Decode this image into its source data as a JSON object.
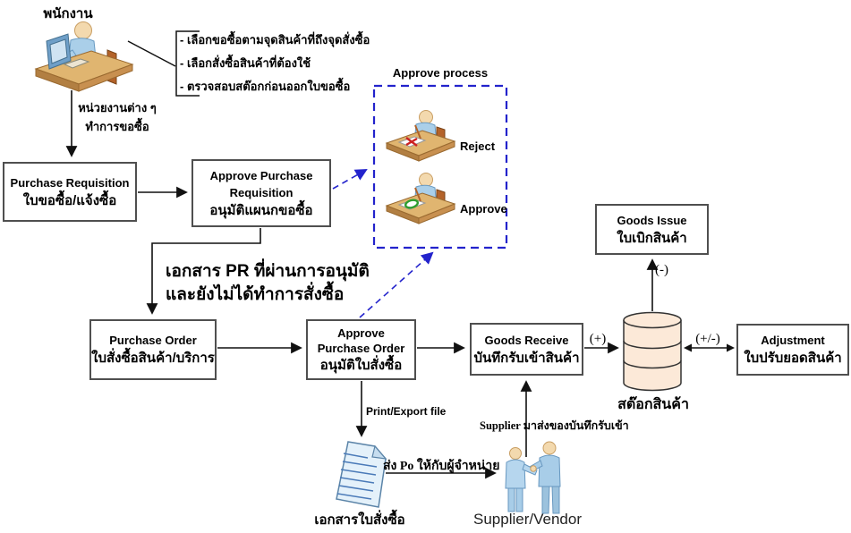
{
  "employee": {
    "label": "พนักงาน",
    "dept_line1": "หน่วยงานต่าง ๆ",
    "dept_line2": "ทำการขอซื้อ"
  },
  "notes": {
    "items": [
      "- เลือกขอซื้อตามจุดสินค้าที่ถึงจุดสั่งซื้อ",
      "- เลือกสั่งซื้อสินค้าที่ต้องใช้",
      "- ตรวจสอบสต๊อกก่อนออกใบขอซื้อ"
    ]
  },
  "approve_process": {
    "title": "Approve process",
    "reject_label": "Reject",
    "approve_label": "Approve"
  },
  "boxes": {
    "purchase_requisition": {
      "en": "Purchase Requisition",
      "th": "ใบขอซื้อ/แจ้งซื้อ"
    },
    "approve_purchase_requisition": {
      "en1": "Approve Purchase",
      "en2": "Requisition",
      "th": "อนุมัติแผนกขอซื้อ"
    },
    "purchase_order": {
      "en": "Purchase Order",
      "th": "ใบสั่งซื้อสินค้า/บริการ"
    },
    "approve_purchase_order": {
      "en1": "Approve",
      "en2": "Purchase Order",
      "th": "อนุมัติใบสั่งซื้อ"
    },
    "goods_receive": {
      "en": "Goods Receive",
      "th": "บันทึกรับเข้าสินค้า"
    },
    "adjustment": {
      "en": "Adjustment",
      "th": "ใบปรับยอดสินค้า"
    },
    "goods_issue": {
      "en": "Goods Issue",
      "th": "ใบเบิกสินค้า"
    }
  },
  "pr_note": {
    "line1": "เอกสาร PR ที่ผ่านการอนุมัติ",
    "line2": "และยังไม่ได้ทำการสั่งซื้อ"
  },
  "stock": {
    "label": "สต๊อกสินค้า"
  },
  "flow_labels": {
    "plus": "(+)",
    "plus_minus": "(+/-)",
    "minus": "(-)",
    "print_export": "Print/Export file",
    "send_po": "ส่ง Po ให้กับผู้จำหน่าย",
    "supplier_delivery": "Supplier มาส่งของบันทึกรับเข้า"
  },
  "documents": {
    "po_document_label": "เอกสารใบสั่งซื้อ"
  },
  "supplier": {
    "label": "Supplier/Vendor"
  },
  "colors": {
    "connector_blue": "#2323cc",
    "box_border": "#4f4f4f",
    "cylinder_fill": "#fce9d8",
    "desk_tan": "#e0b570",
    "person_blue": "#aacfe9",
    "reject_red": "#cc2222",
    "approve_green": "#2f9e2f"
  }
}
